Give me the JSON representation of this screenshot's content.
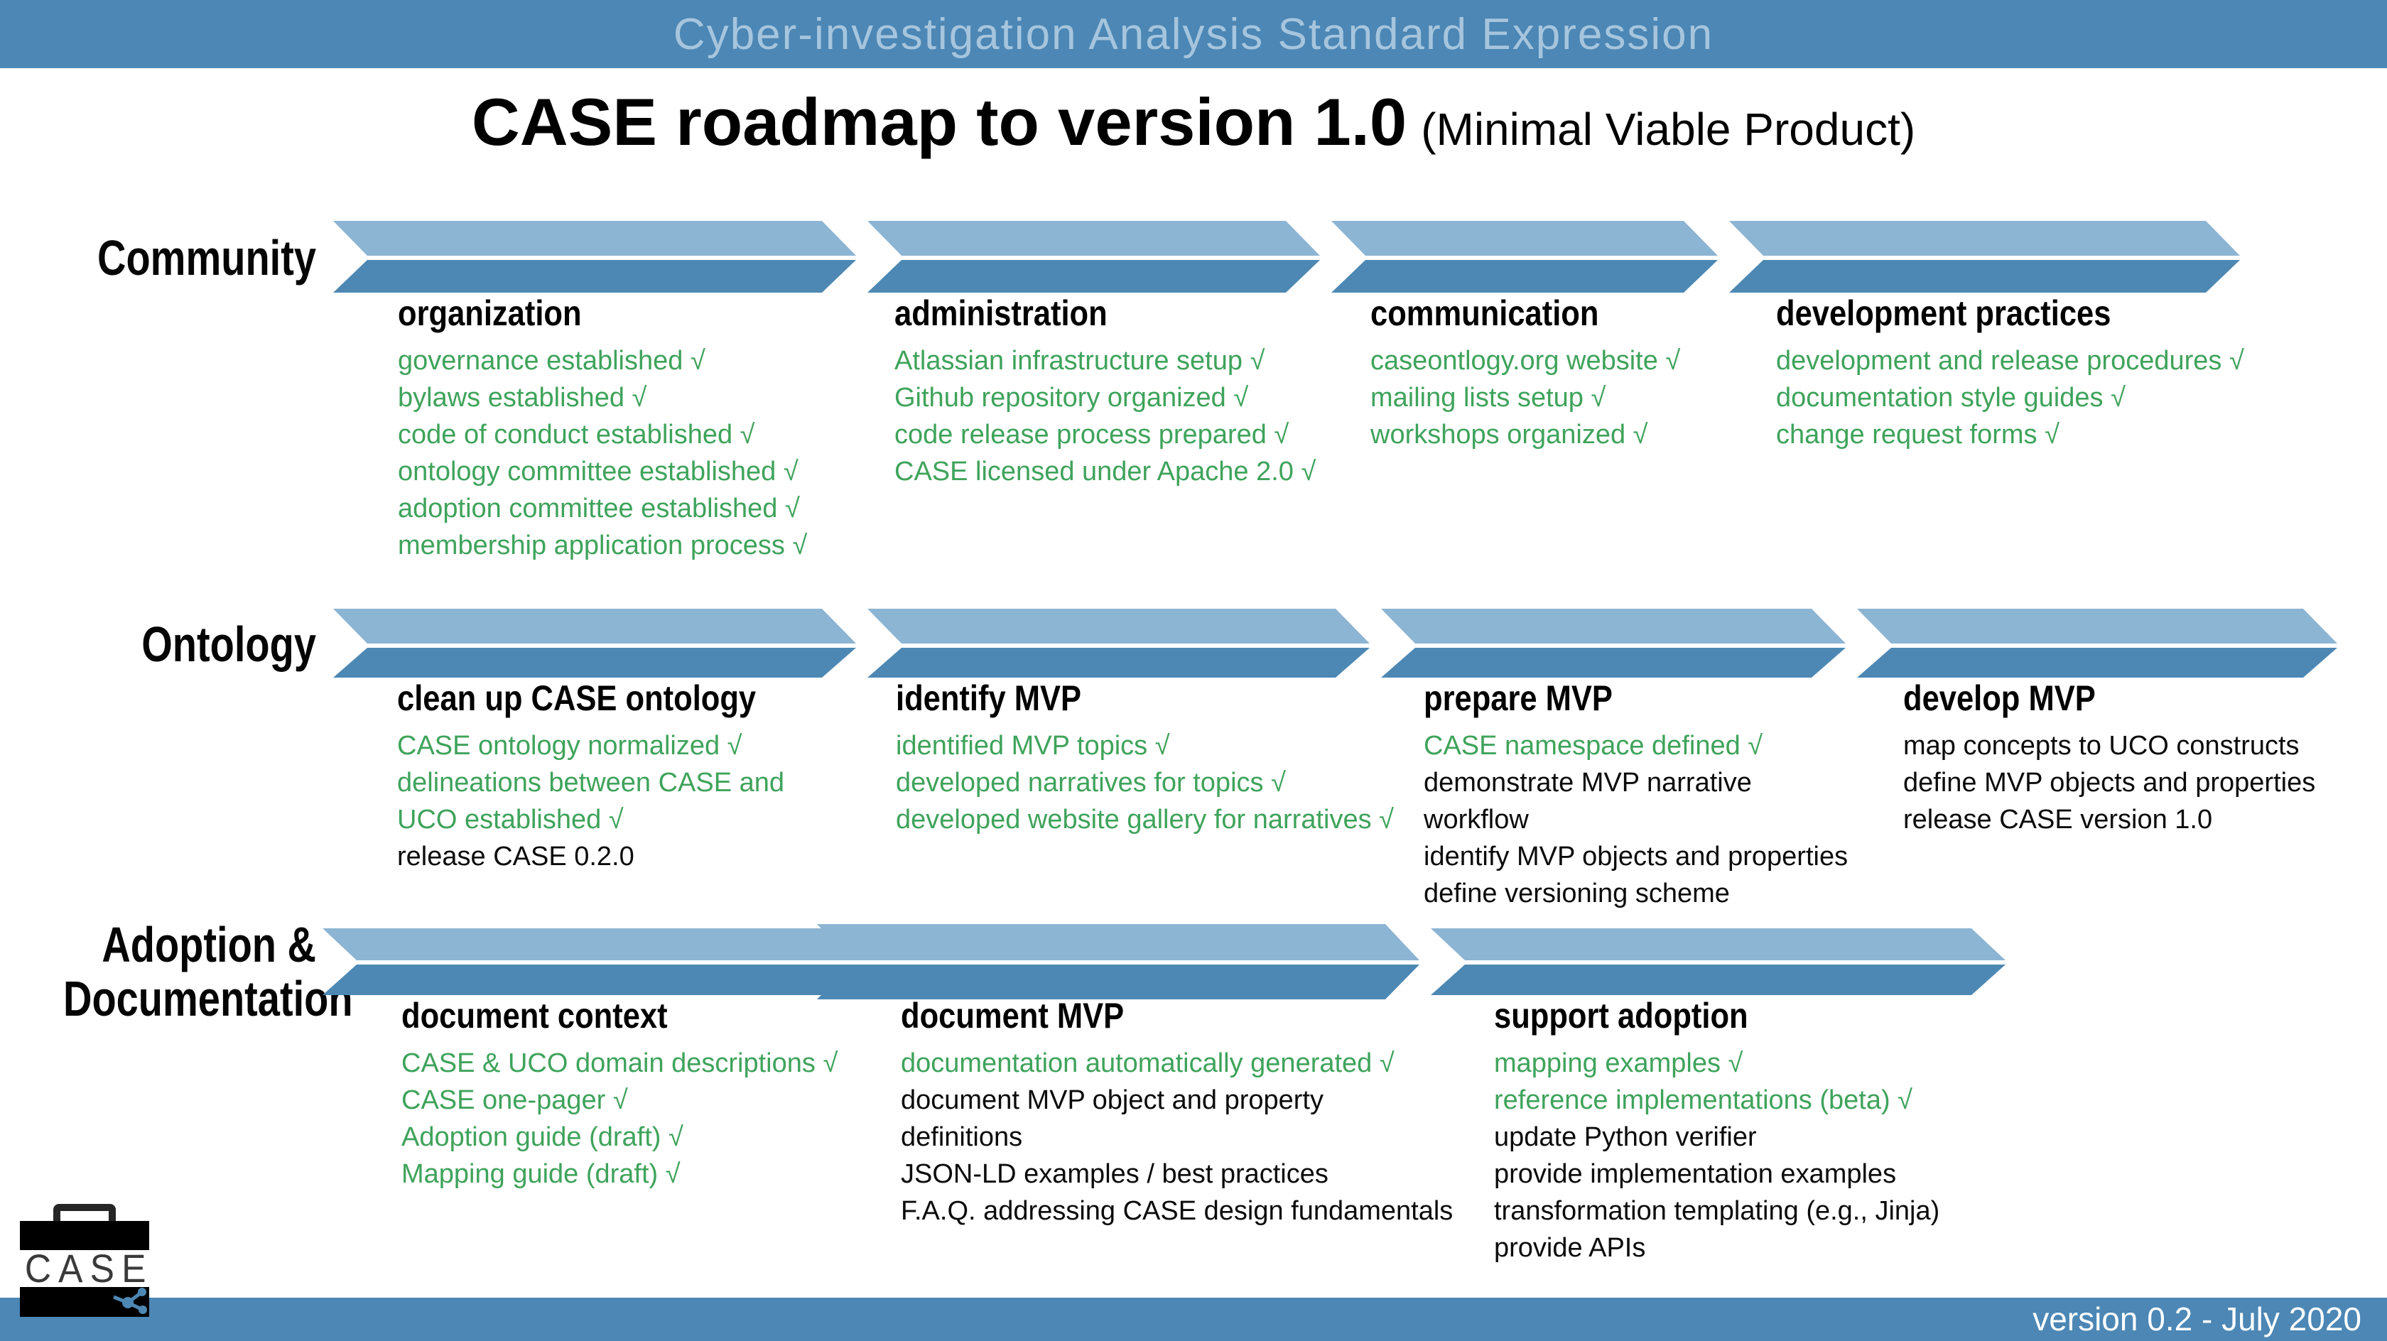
{
  "banner": {
    "title": "Cyber-investigation Analysis Standard Expression"
  },
  "title": {
    "main": "CASE roadmap to version 1.0",
    "sub": "(Minimal Viable Product)"
  },
  "check_mark": "√",
  "colors": {
    "banner_blue": "#4C87B5",
    "arrow_light_blue": "#8CB4D3",
    "arrow_dark_blue": "#4D88B4",
    "done_green": "#3FA35B",
    "todo_black": "#0B0B0B",
    "banner_text": "#A6C5DD",
    "footer_text": "#FFFFFF"
  },
  "rows": [
    {
      "label_lines": [
        "Community"
      ],
      "columns": [
        {
          "heading": "organization",
          "items": [
            {
              "text": "governance established √",
              "done": true
            },
            {
              "text": "bylaws established √",
              "done": true
            },
            {
              "text": "code of conduct established √",
              "done": true
            },
            {
              "text": "ontology committee established √",
              "done": true
            },
            {
              "text": "adoption committee established √",
              "done": true
            },
            {
              "text": "membership application process √",
              "done": true
            }
          ]
        },
        {
          "heading": "administration",
          "items": [
            {
              "text": "Atlassian infrastructure setup √",
              "done": true
            },
            {
              "text": "Github repository organized √",
              "done": true
            },
            {
              "text": "code release process prepared  √",
              "done": true
            },
            {
              "text": "CASE licensed under Apache 2.0 √",
              "done": true
            }
          ]
        },
        {
          "heading": "communication",
          "items": [
            {
              "text": "caseontlogy.org website √",
              "done": true
            },
            {
              "text": "mailing lists setup √",
              "done": true
            },
            {
              "text": "workshops organized √",
              "done": true
            }
          ]
        },
        {
          "heading": "development practices",
          "items": [
            {
              "text": "development and release procedures √",
              "done": true
            },
            {
              "text": "documentation style guides √",
              "done": true
            },
            {
              "text": "change request forms √",
              "done": true
            }
          ]
        }
      ]
    },
    {
      "label_lines": [
        "Ontology"
      ],
      "columns": [
        {
          "heading": "clean up CASE ontology",
          "items": [
            {
              "text": "CASE ontology normalized √",
              "done": true
            },
            {
              "text": "delineations between CASE and\nUCO established √",
              "done": true
            },
            {
              "text": "release CASE 0.2.0",
              "done": false
            }
          ]
        },
        {
          "heading": "identify MVP",
          "items": [
            {
              "text": "identified MVP topics √",
              "done": true
            },
            {
              "text": "developed narratives for topics √",
              "done": true
            },
            {
              "text": "developed website gallery for narratives √",
              "done": true
            }
          ]
        },
        {
          "heading": "prepare MVP",
          "items": [
            {
              "text": "CASE namespace defined √",
              "done": true
            },
            {
              "text": "demonstrate MVP narrative\nworkflow",
              "done": false
            },
            {
              "text": "identify MVP objects and properties",
              "done": false
            },
            {
              "text": "define versioning scheme",
              "done": false
            }
          ]
        },
        {
          "heading": "develop MVP",
          "items": [
            {
              "text": "map concepts to UCO constructs",
              "done": false
            },
            {
              "text": "define MVP objects and properties",
              "done": false
            },
            {
              "text": "release CASE version 1.0",
              "done": false
            }
          ]
        }
      ]
    },
    {
      "label_lines": [
        "Adoption &",
        "Documentation"
      ],
      "columns": [
        {
          "heading": "document context",
          "items": [
            {
              "text": "CASE & UCO domain descriptions √",
              "done": true
            },
            {
              "text": "CASE one-pager √",
              "done": true
            },
            {
              "text": "Adoption guide (draft) √",
              "done": true
            },
            {
              "text": "Mapping guide (draft) √",
              "done": true
            }
          ]
        },
        {
          "heading": "document MVP",
          "items": [
            {
              "text": "documentation automatically generated √",
              "done": true
            },
            {
              "text": "document MVP object and property\ndefinitions",
              "done": false
            },
            {
              "text": "JSON-LD examples / best practices",
              "done": false
            },
            {
              "text": "F.A.Q.  addressing CASE design fundamentals",
              "done": false
            }
          ]
        },
        {
          "heading": "support adoption",
          "items": [
            {
              "text": "mapping examples √",
              "done": true
            },
            {
              "text": "reference implementations (beta) √",
              "done": true
            },
            {
              "text": "update Python verifier",
              "done": false
            },
            {
              "text": "provide implementation examples",
              "done": false
            },
            {
              "text": "transformation templating (e.g., Jinja)",
              "done": false
            },
            {
              "text": "provide APIs",
              "done": false
            }
          ]
        }
      ]
    }
  ],
  "logo": {
    "text": "CASE",
    "icon": "share-network-icon"
  },
  "footer": {
    "version_label": "version 0.2 - July 2020"
  }
}
